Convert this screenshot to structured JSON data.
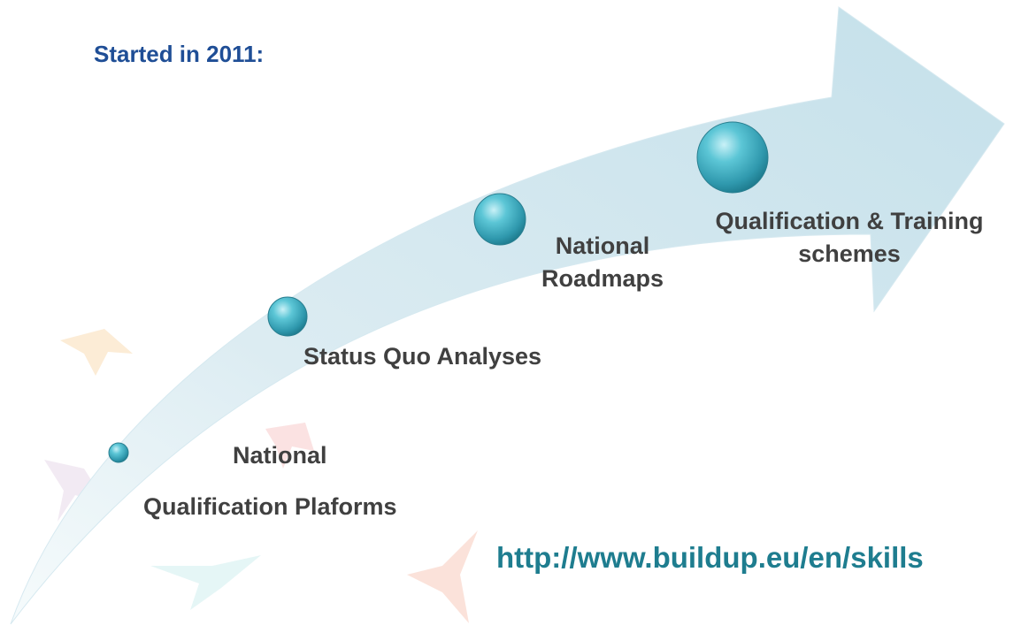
{
  "header": {
    "started": "Started in 2011:"
  },
  "milestones": [
    {
      "line1": "National",
      "line2": "Qualification Plaforms",
      "icon": "small-teal-sphere-icon"
    },
    {
      "line1": "Status Quo Analyses",
      "icon": "teal-sphere-icon"
    },
    {
      "line1": "National",
      "line2": "Roadmaps",
      "icon": "teal-sphere-icon"
    },
    {
      "line1": "Qualification & Training",
      "line2": "schemes",
      "icon": "large-teal-sphere-icon"
    }
  ],
  "footer": {
    "url": "http://www.buildup.eu/en/skills"
  },
  "colors": {
    "arrow": "#cfe6ee",
    "sphere": "#3fb4c8",
    "title": "#1f4e96",
    "url": "#1e7d8f",
    "label": "#404040"
  }
}
